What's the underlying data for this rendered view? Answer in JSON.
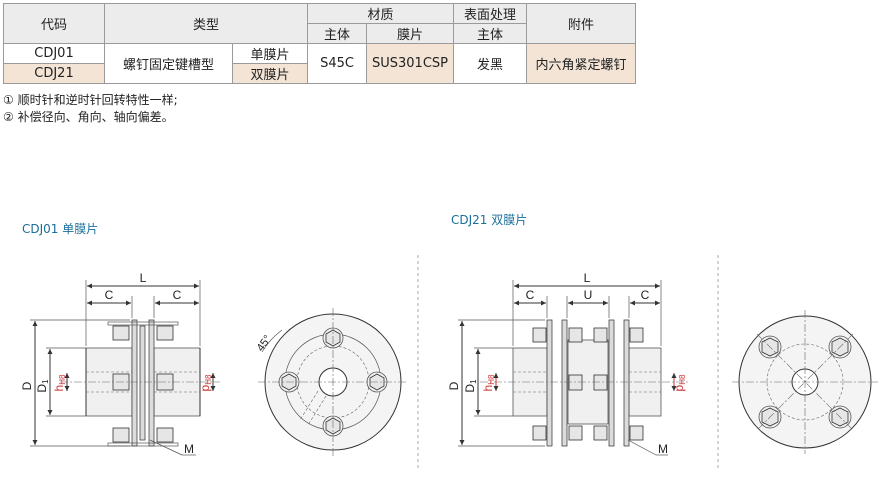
{
  "table": {
    "h_code": "代码",
    "h_type": "类型",
    "h_material": "材质",
    "h_main": "主体",
    "h_diaphragm": "膜片",
    "h_surface": "表面处理",
    "h_surface_main": "主体",
    "h_accessory": "附件",
    "row1_code": "CDJ01",
    "row2_code": "CDJ21",
    "type_desc": "螺钉固定键槽型",
    "row1_film": "单膜片",
    "row2_film": "双膜片",
    "main_material": "S45C",
    "diaphragm_material": "SUS301CSP",
    "surface": "发黑",
    "accessory": "内六角紧定螺钉"
  },
  "notes": [
    "① 顺时针和逆时针回转特性一样;",
    "② 补偿径向、角向、轴向偏差。"
  ],
  "drawings": {
    "left_title": "CDJ01 单膜片",
    "right_title": "CDJ21 双膜片",
    "dim_L": "L",
    "dim_C": "C",
    "dim_U": "U",
    "dim_D": "D",
    "dim_D1_base": "D",
    "dim_D1_sub": "1",
    "dim_h_base": "h",
    "dim_h_sub": "H8",
    "dim_p_base": "p",
    "dim_p_sub": "H8",
    "dim_M": "M",
    "angle": "45°"
  },
  "colors": {
    "title": "#1a6f9a",
    "dim_red": "#d03030",
    "header_bg": "#ececec",
    "highlight_bg": "#f3e4d6"
  }
}
